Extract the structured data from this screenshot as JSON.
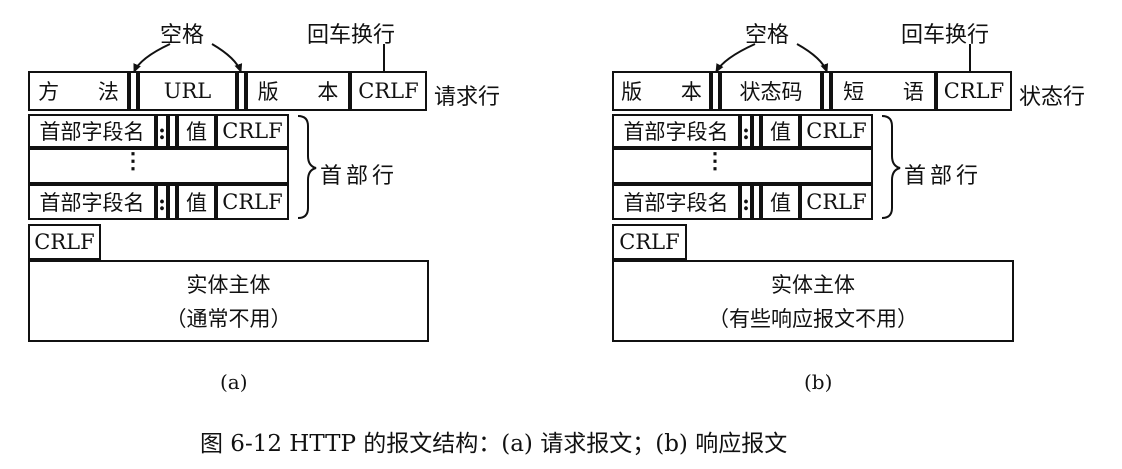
{
  "request": {
    "space_label": "空格",
    "crlf_label_top": "回车换行",
    "line_fields": [
      "方 法",
      "URL",
      "版 本",
      "CRLF"
    ],
    "line_label": "请求行",
    "header_name": "首部字段名",
    "header_colon": ":",
    "header_value": "值",
    "header_crlf": "CRLF",
    "header_label": "首部行",
    "ellipsis": "⋮",
    "blank_crlf": "CRLF",
    "body_line1": "实体主体",
    "body_line2": "（通常不用）",
    "sub_caption": "(a)"
  },
  "response": {
    "space_label": "空格",
    "crlf_label_top": "回车换行",
    "line_fields": [
      "版 本",
      "状态码",
      "短 语",
      "CRLF"
    ],
    "line_label": "状态行",
    "header_name": "首部字段名",
    "header_colon": ":",
    "header_value": "值",
    "header_crlf": "CRLF",
    "header_label": "首部行",
    "ellipsis": "⋮",
    "blank_crlf": "CRLF",
    "body_line1": "实体主体",
    "body_line2": "（有些响应报文不用）",
    "sub_caption": "(b)"
  },
  "figure_caption": "图 6-12   HTTP 的报文结构：(a) 请求报文；(b) 响应报文"
}
